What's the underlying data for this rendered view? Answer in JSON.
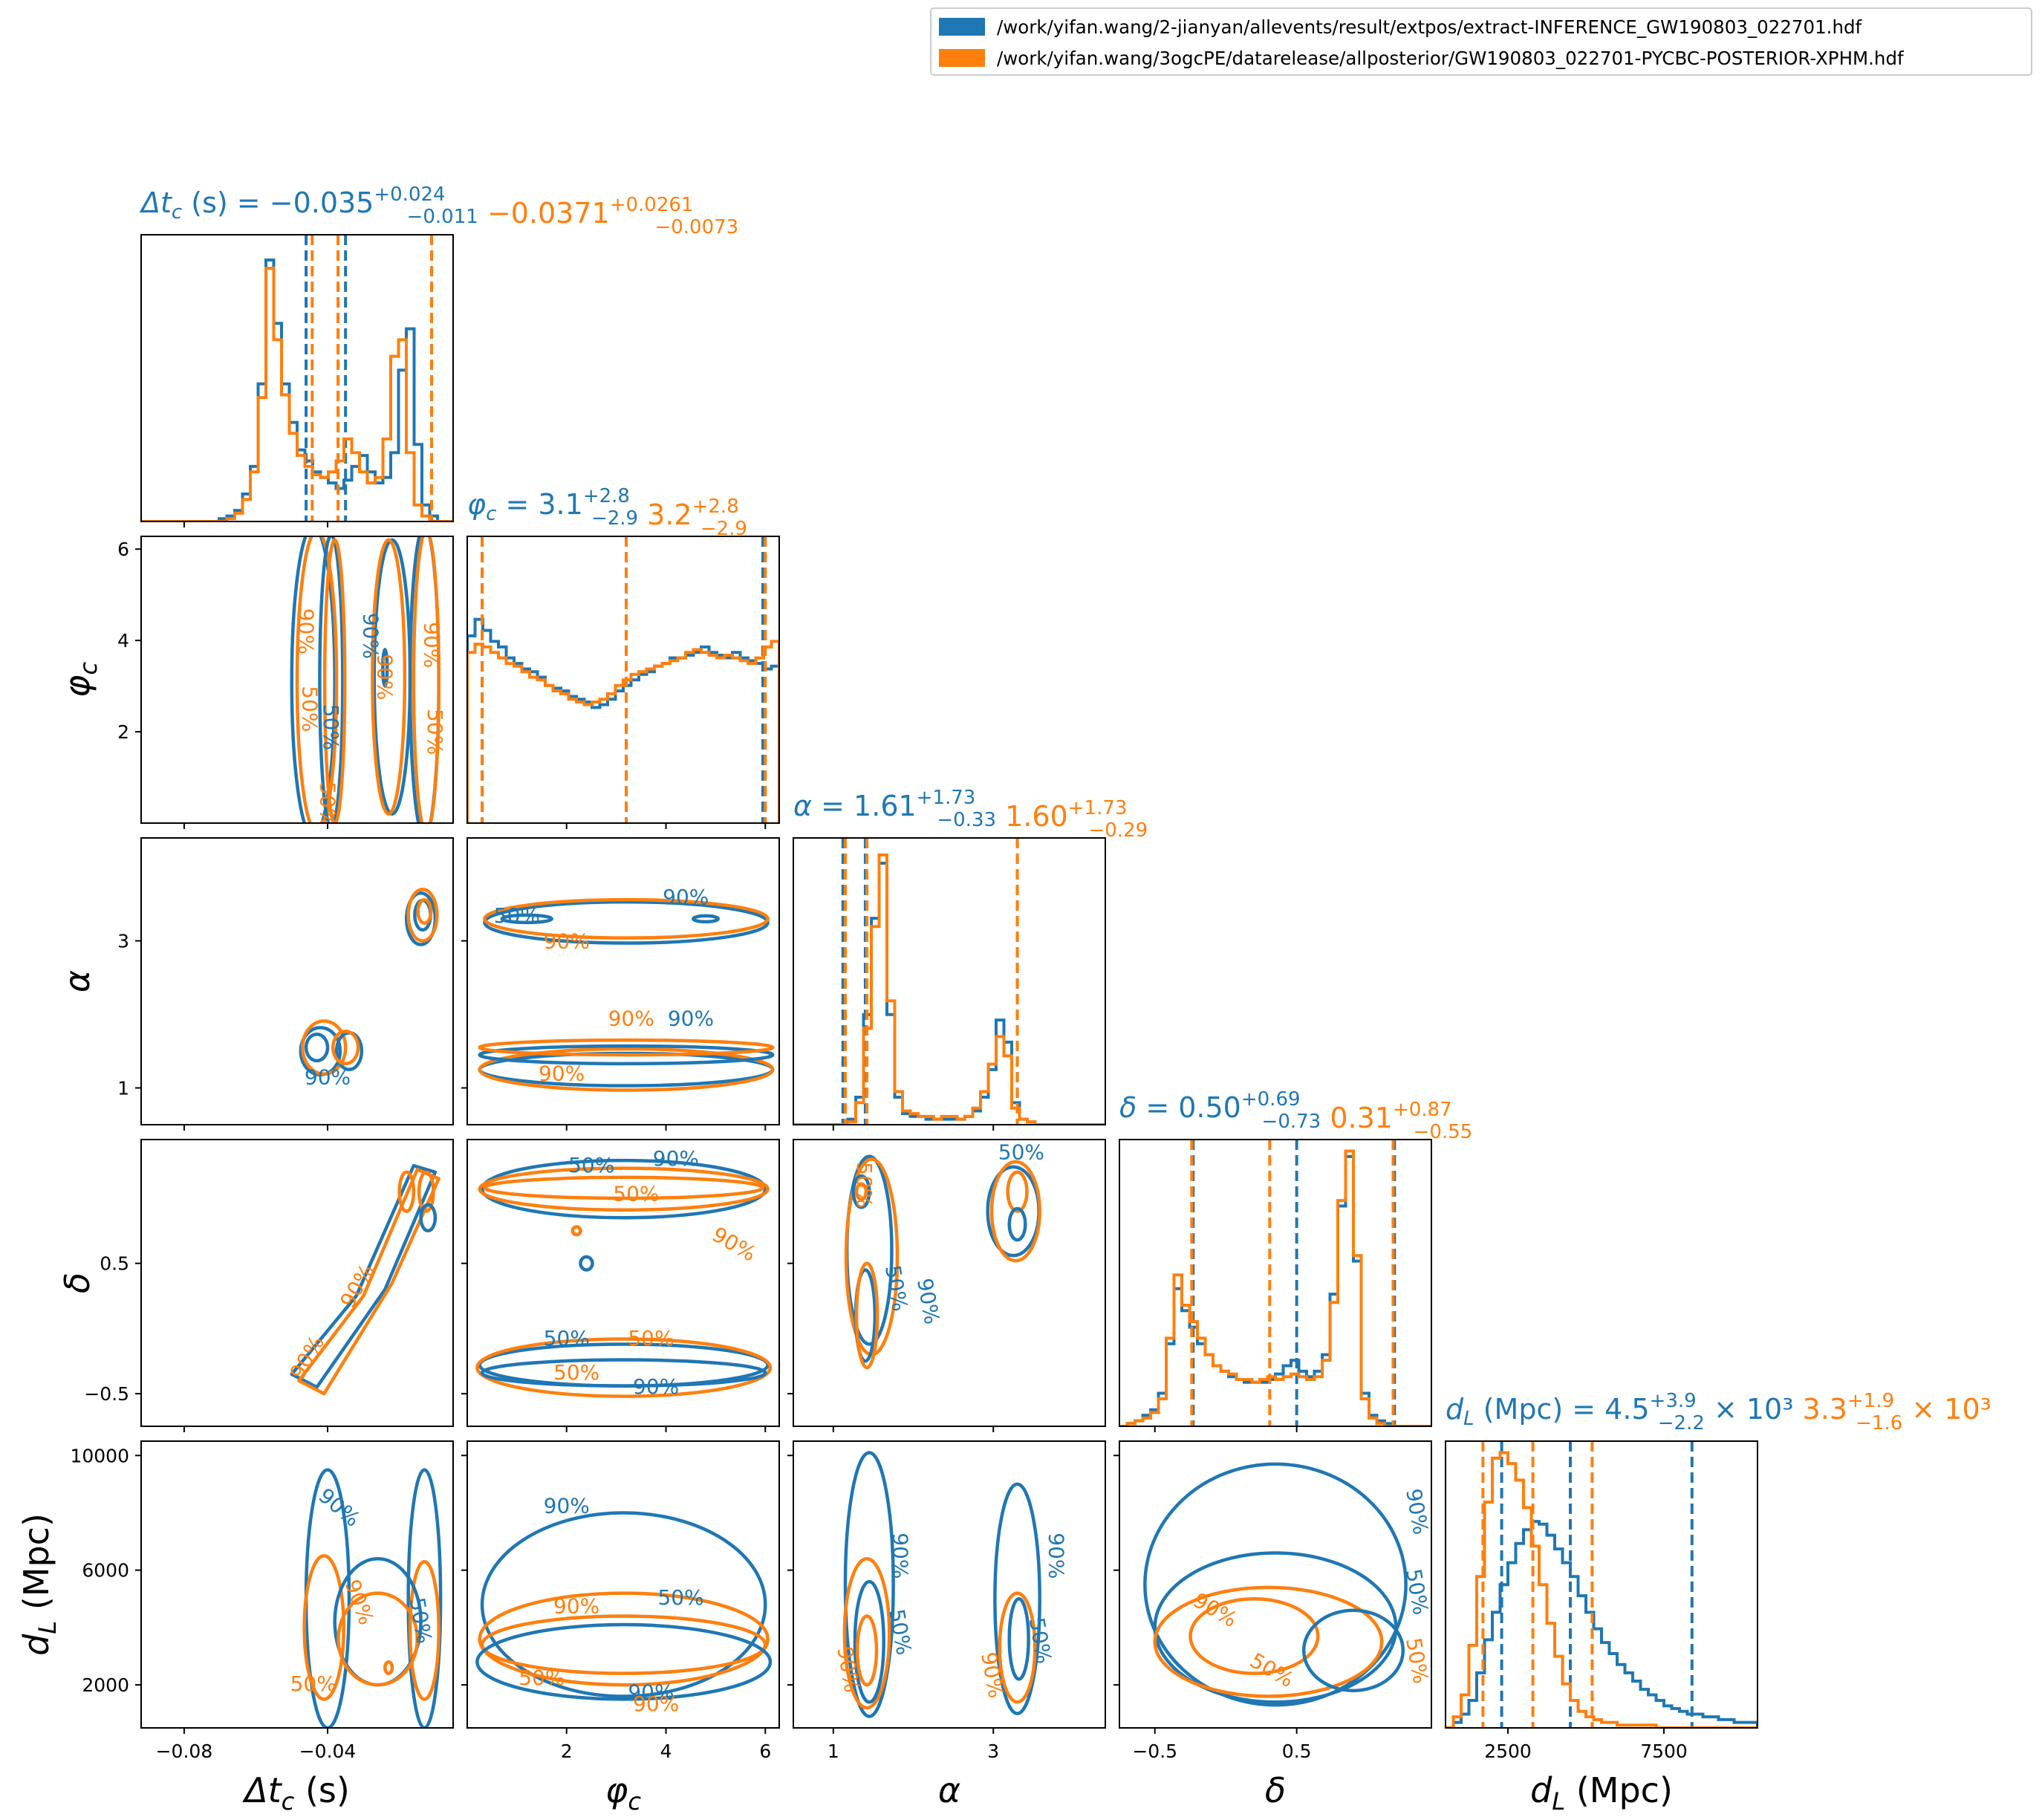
{
  "legend": {
    "entries": [
      {
        "label": "/work/yifan.wang/2-jianyan/allevents/result/extpos/extract-INFERENCE_GW190803_022701.hdf",
        "color": "#1f77b4"
      },
      {
        "label": "/work/yifan.wang/3ogcPE/datarelease/allposterior/GW190803_022701-PYCBC-POSTERIOR-XPHM.hdf",
        "color": "#ff7f0e"
      }
    ]
  },
  "colors": {
    "blue": "#1f77b4",
    "orange": "#ff7f0e"
  },
  "chart_data": {
    "type": "corner",
    "parameters": [
      {
        "key": "dtc",
        "axis_label": "Δt_c (s)",
        "range": [
          -0.092,
          -0.005
        ],
        "ticks": [
          {
            "v": -0.08,
            "t": "−0.08"
          },
          {
            "v": -0.04,
            "t": "−0.04"
          }
        ],
        "title": {
          "name": "Δt_c (s)",
          "blue": {
            "median": "−0.035",
            "plus": "+0.024",
            "minus": "−0.011"
          },
          "orange": {
            "median": "−0.0371",
            "plus": "+0.0261",
            "minus": "−0.0073"
          }
        },
        "blue_lines": [
          -0.046,
          -0.035,
          -0.011
        ],
        "orange_lines": [
          -0.0443,
          -0.0371,
          -0.011
        ]
      },
      {
        "key": "phic",
        "axis_label": "φ_c",
        "range": [
          0,
          6.28
        ],
        "ticks": [
          {
            "v": 2,
            "t": "2"
          },
          {
            "v": 4,
            "t": "4"
          },
          {
            "v": 6,
            "t": "6"
          }
        ],
        "title": {
          "name": "φ_c",
          "blue": {
            "median": "3.1",
            "plus": "+2.8",
            "minus": "−2.9"
          },
          "orange": {
            "median": "3.2",
            "plus": "+2.8",
            "minus": "−2.9"
          }
        },
        "blue_lines": [
          0.3,
          3.2,
          5.95
        ],
        "orange_lines": [
          0.3,
          3.2,
          6.0
        ]
      },
      {
        "key": "alpha",
        "axis_label": "α",
        "range": [
          0.5,
          4.4
        ],
        "ticks": [
          {
            "v": 1,
            "t": "1"
          },
          {
            "v": 3,
            "t": "3"
          }
        ],
        "title": {
          "name": "α",
          "blue": {
            "median": "1.61",
            "plus": "+1.73",
            "minus": "−0.33"
          },
          "orange": {
            "median": "1.60",
            "plus": "+1.73",
            "minus": "−0.29"
          }
        },
        "blue_lines": [
          1.12,
          1.4,
          3.3
        ],
        "orange_lines": [
          1.15,
          1.42,
          3.3
        ]
      },
      {
        "key": "delta",
        "axis_label": "δ",
        "range": [
          -0.75,
          1.45
        ],
        "ticks": [
          {
            "v": -0.5,
            "t": "−0.5"
          },
          {
            "v": 0.5,
            "t": "0.5"
          }
        ],
        "title": {
          "name": "δ",
          "blue": {
            "median": "0.50",
            "plus": "+0.69",
            "minus": "−0.73"
          },
          "orange": {
            "median": "0.31",
            "plus": "+0.87",
            "minus": "−0.55"
          }
        },
        "blue_lines": [
          -0.23,
          0.5,
          1.19
        ],
        "orange_lines": [
          -0.24,
          0.31,
          1.18
        ]
      },
      {
        "key": "dl",
        "axis_label": "d_L (Mpc)",
        "range": [
          500,
          10500
        ],
        "ticks": [
          {
            "v": 2500,
            "t": "2500"
          },
          {
            "v": 7500,
            "t": "7500"
          }
        ],
        "left_ticks": [
          {
            "v": 2000,
            "t": "2000"
          },
          {
            "v": 6000,
            "t": "6000"
          },
          {
            "v": 10000,
            "t": "10000"
          }
        ],
        "title": {
          "name": "d_L (Mpc)",
          "blue": {
            "median": "4.5",
            "plus": "+3.9",
            "minus": "−2.2",
            "exp": "× 10³"
          },
          "orange": {
            "median": "3.3",
            "plus": "+1.9",
            "minus": "−1.6",
            "exp": "× 10³"
          }
        },
        "blue_lines": [
          2300,
          4500,
          8400
        ],
        "orange_lines": [
          1700,
          3300,
          5200
        ]
      }
    ],
    "histograms": {
      "dtc": {
        "blue": [
          0,
          0,
          0,
          0,
          0,
          0,
          0,
          0,
          0,
          0,
          0.01,
          0.02,
          0.04,
          0.1,
          0.2,
          0.5,
          0.95,
          0.72,
          0.5,
          0.36,
          0.26,
          0.22,
          0.18,
          0.16,
          0.14,
          0.12,
          0.15,
          0.2,
          0.24,
          0.18,
          0.14,
          0.16,
          0.25,
          0.55,
          0.7,
          0.28,
          0.06,
          0.02,
          0,
          0
        ],
        "orange": [
          0,
          0,
          0,
          0,
          0,
          0,
          0,
          0,
          0,
          0,
          0,
          0.01,
          0.03,
          0.08,
          0.18,
          0.45,
          0.92,
          0.66,
          0.46,
          0.32,
          0.24,
          0.2,
          0.17,
          0.16,
          0.18,
          0.22,
          0.3,
          0.25,
          0.18,
          0.14,
          0.16,
          0.3,
          0.6,
          0.66,
          0.25,
          0.06,
          0.02,
          0,
          0,
          0
        ]
      },
      "phic": {
        "blue": [
          0.68,
          0.74,
          0.7,
          0.66,
          0.64,
          0.6,
          0.58,
          0.56,
          0.55,
          0.53,
          0.5,
          0.49,
          0.48,
          0.46,
          0.45,
          0.44,
          0.42,
          0.43,
          0.45,
          0.48,
          0.5,
          0.52,
          0.54,
          0.55,
          0.57,
          0.58,
          0.6,
          0.6,
          0.61,
          0.62,
          0.64,
          0.62,
          0.61,
          0.6,
          0.62,
          0.6,
          0.59,
          0.58,
          0.56,
          0.57
        ],
        "orange": [
          0.62,
          0.65,
          0.64,
          0.62,
          0.6,
          0.58,
          0.57,
          0.55,
          0.53,
          0.52,
          0.5,
          0.48,
          0.47,
          0.45,
          0.44,
          0.43,
          0.44,
          0.45,
          0.47,
          0.5,
          0.52,
          0.54,
          0.55,
          0.56,
          0.57,
          0.58,
          0.59,
          0.6,
          0.62,
          0.63,
          0.62,
          0.61,
          0.6,
          0.61,
          0.6,
          0.59,
          0.58,
          0.6,
          0.64,
          0.66
        ]
      },
      "alpha": {
        "blue": [
          0,
          0,
          0,
          0,
          0,
          0,
          0,
          0.02,
          0.1,
          0.4,
          0.75,
          0.95,
          0.4,
          0.1,
          0.04,
          0.03,
          0.03,
          0.02,
          0.02,
          0.02,
          0.02,
          0.02,
          0.03,
          0.05,
          0.1,
          0.2,
          0.38,
          0.3,
          0.08,
          0.02,
          0.01,
          0,
          0,
          0,
          0,
          0,
          0,
          0,
          0,
          0
        ],
        "orange": [
          0,
          0,
          0,
          0,
          0,
          0,
          0,
          0.01,
          0.08,
          0.35,
          0.72,
          0.98,
          0.45,
          0.12,
          0.05,
          0.04,
          0.03,
          0.03,
          0.02,
          0.03,
          0.03,
          0.02,
          0.03,
          0.06,
          0.12,
          0.22,
          0.32,
          0.25,
          0.06,
          0.02,
          0.01,
          0,
          0,
          0,
          0,
          0,
          0,
          0,
          0,
          0
        ]
      },
      "delta": {
        "blue": [
          0,
          0.01,
          0.02,
          0.04,
          0.06,
          0.12,
          0.3,
          0.5,
          0.42,
          0.36,
          0.3,
          0.26,
          0.22,
          0.2,
          0.18,
          0.17,
          0.16,
          0.16,
          0.16,
          0.17,
          0.19,
          0.22,
          0.24,
          0.2,
          0.18,
          0.2,
          0.26,
          0.48,
          0.8,
          0.98,
          0.6,
          0.12,
          0.04,
          0.02,
          0.01,
          0,
          0,
          0,
          0,
          0
        ],
        "orange": [
          0,
          0.01,
          0.02,
          0.03,
          0.05,
          0.1,
          0.32,
          0.55,
          0.44,
          0.38,
          0.32,
          0.26,
          0.22,
          0.2,
          0.19,
          0.17,
          0.17,
          0.16,
          0.17,
          0.18,
          0.17,
          0.18,
          0.19,
          0.18,
          0.17,
          0.18,
          0.24,
          0.45,
          0.82,
          1.0,
          0.62,
          0.1,
          0.03,
          0.01,
          0,
          0,
          0,
          0,
          0,
          0
        ]
      },
      "dl": {
        "blue": [
          0,
          0.02,
          0.05,
          0.1,
          0.2,
          0.32,
          0.42,
          0.52,
          0.6,
          0.67,
          0.72,
          0.75,
          0.74,
          0.7,
          0.65,
          0.6,
          0.55,
          0.48,
          0.42,
          0.36,
          0.31,
          0.27,
          0.23,
          0.2,
          0.17,
          0.14,
          0.12,
          0.1,
          0.08,
          0.07,
          0.06,
          0.05,
          0.05,
          0.04,
          0.04,
          0.03,
          0.03,
          0.02,
          0.02,
          0.02
        ],
        "orange": [
          0,
          0.04,
          0.12,
          0.3,
          0.55,
          0.82,
          0.98,
          1.0,
          0.96,
          0.9,
          0.8,
          0.66,
          0.52,
          0.38,
          0.26,
          0.16,
          0.1,
          0.06,
          0.04,
          0.03,
          0.02,
          0.02,
          0.01,
          0.01,
          0.01,
          0.01,
          0.01,
          0,
          0,
          0,
          0,
          0,
          0,
          0,
          0,
          0,
          0,
          0,
          0,
          0
        ]
      }
    },
    "contour_labels": [
      "50%",
      "90%"
    ]
  }
}
